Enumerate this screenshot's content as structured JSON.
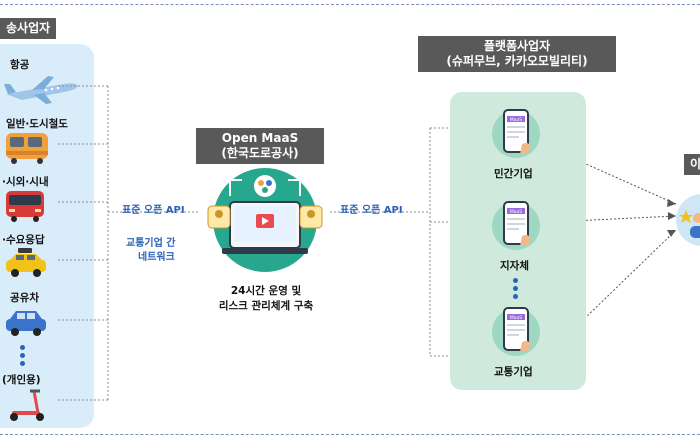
{
  "left_group": {
    "title": "송사업자",
    "modes": [
      {
        "label": "항공",
        "icon": "airplane-icon"
      },
      {
        "label": "일반·도시철도",
        "icon": "train-icon"
      },
      {
        "label": "·시외·시내",
        "icon": "bus-icon"
      },
      {
        "label": "·수요응답",
        "icon": "taxi-icon"
      },
      {
        "label": "공유차",
        "icon": "car-icon"
      },
      {
        "label": "(개인용)",
        "icon": "scooter-icon"
      }
    ]
  },
  "center": {
    "title_line1": "Open MaaS",
    "title_line2": "(한국도로공사)",
    "caption_line1": "24시간 운영 및",
    "caption_line2": "리스크 관리체계 구축",
    "left_api_label": "표준 오픈 API",
    "network_line1": "교통기업 간",
    "network_line2": "네트워크"
  },
  "right_api_label": "표준 오픈 API",
  "platform": {
    "title_line1": "플랫폼사업자",
    "title_line2": "(슈퍼무브, 카카오모빌리티)",
    "app_badge": "MaaS",
    "items": [
      {
        "label": "민간기업"
      },
      {
        "label": "지자체"
      },
      {
        "label": "교통기업"
      }
    ]
  },
  "far_right": {
    "title": "이"
  },
  "colors": {
    "panel_blue": "#d9ecf9",
    "panel_green": "#cfe9dd",
    "accent_blue": "#2a62b8",
    "title_gray": "#595959",
    "platform_teal": "#1a9a8c"
  }
}
